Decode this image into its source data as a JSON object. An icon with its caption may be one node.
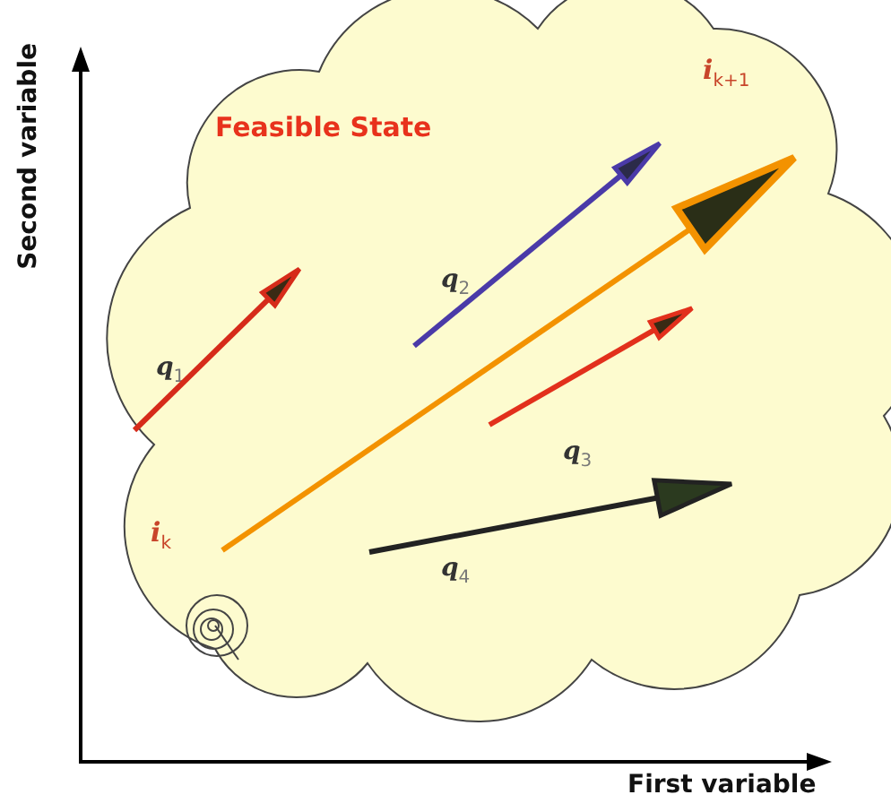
{
  "diagram": {
    "nodes": [
      {
        "text": [
          "Feasible State"
        ]
      },
      {
        "text": [
          "*i*$_{k}$"
        ],
        "in": 0
      },
      {
        "text": [
          "*i*$_{k+1}$"
        ],
        "in": 0
      }
    ],
    "edges": [
      {
        "from": 1,
        "to": 2,
        "arrow": "to",
        "color": "#f39200"
      }
    ],
    "labels": [
      "Second variable",
      "*q*$_{1}$",
      "*q*$_{2}$",
      "*q*$_{3}$",
      "*q*$_{4}$",
      "First variable"
    ]
  }
}
